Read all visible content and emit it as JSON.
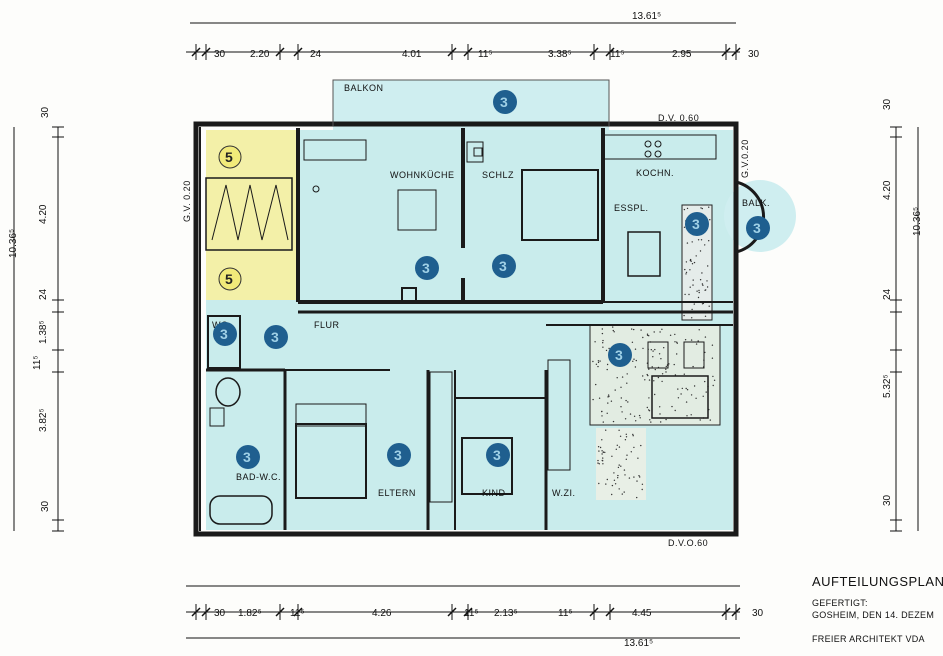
{
  "dimensions": {
    "top_total": "13.61⁵",
    "top": [
      "30",
      "2.20",
      "24",
      "4.01",
      "11⁵",
      "3.38⁵",
      "11⁵",
      "2.95",
      "30"
    ],
    "bottom_total": "13.61⁵",
    "bottom": [
      "30",
      "1.82⁵",
      "11⁵",
      "4.26",
      "11⁵",
      "2.13⁵",
      "11⁵",
      "4.45",
      "30"
    ],
    "left_total": "10.36⁵",
    "left": [
      "30",
      "4.20",
      "24",
      "1.38⁵",
      "11⁵",
      "3.82⁵",
      "30"
    ],
    "right_total": "10.36⁵",
    "right": [
      "30",
      "4.20",
      "24",
      "5.32⁵",
      "30"
    ]
  },
  "rooms": {
    "balkon": "BALKON",
    "wohnkueche": "WOHNKÜCHE",
    "schlz": "SCHLZ",
    "kochn": "KOCHN.",
    "esspl": "ESSPL.",
    "balk": "BALK.",
    "flur": "FLUR",
    "wc": "WC",
    "bad_wc": "BAD-W.C.",
    "eltern": "ELTERN",
    "kind": "KIND",
    "wzi": "W.ZI."
  },
  "notes": {
    "dv_top": "D.V. 0.60",
    "dv_bottom": "D.V.O.60",
    "gv_left": "G.V. 0.20",
    "gv_right": "G.V.0.20"
  },
  "unit_numbers": {
    "stair_top": "5",
    "stair_bottom": "5",
    "balkon": "3",
    "wohnkueche": "3",
    "schlz": "3",
    "esspl": "3",
    "balk": "3",
    "wc": "3",
    "flur": "3",
    "wzi": "3",
    "bad": "3",
    "eltern": "3",
    "kind": "3"
  },
  "title_block": {
    "title": "AUFTEILUNGSPLAN",
    "line1": "GEFERTIGT:",
    "line2": "GOSHEIM, DEN 14. DEZEM",
    "line3": "FREIER ARCHITEKT VDA"
  },
  "colors": {
    "room_fill": "#c9ecec",
    "stair_fill": "#f3f0a8",
    "badge_blue": "#1f5f8f",
    "badge_yellow": "#f1ea7a",
    "wall": "#1a1a1a"
  }
}
